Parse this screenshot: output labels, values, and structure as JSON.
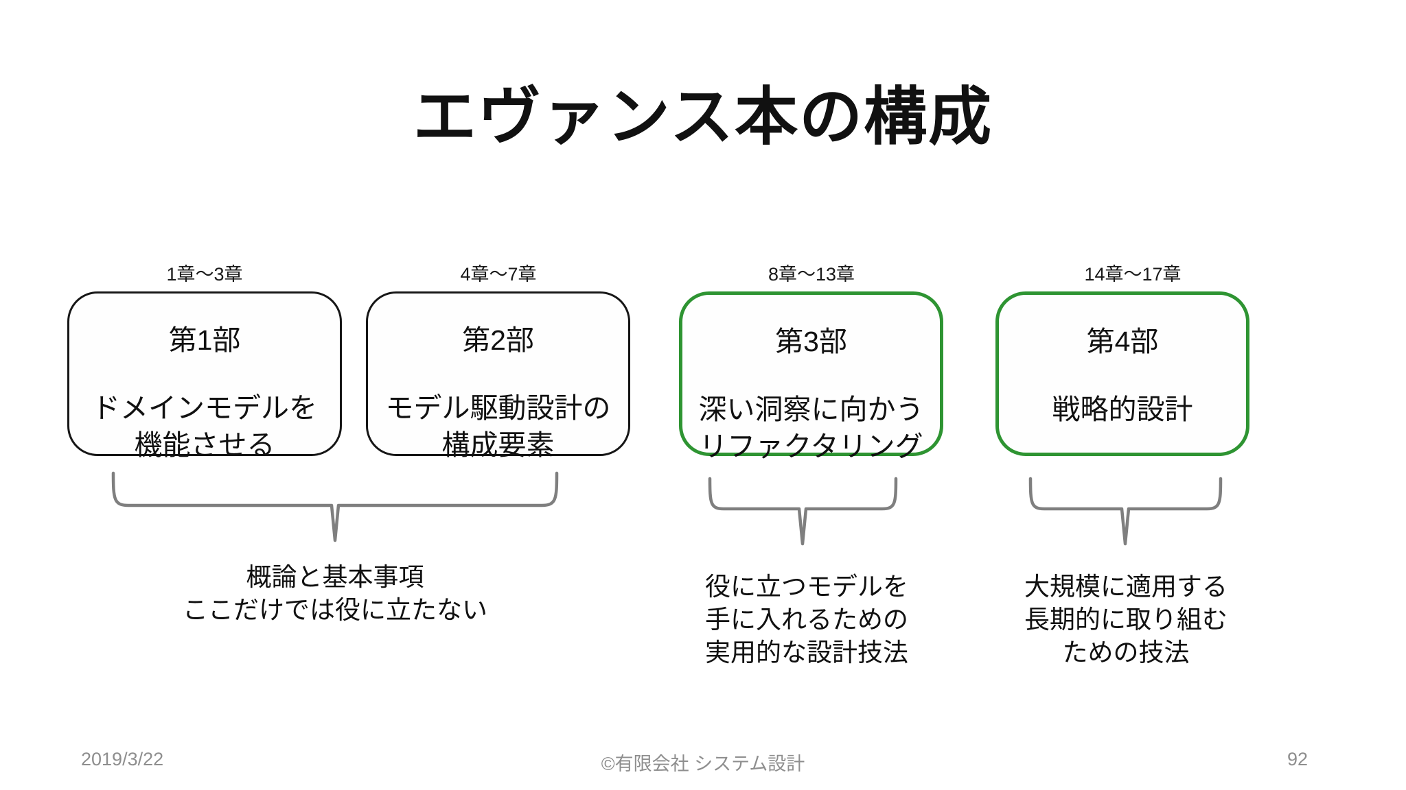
{
  "slide": {
    "title": "エヴァンス本の構成",
    "parts": [
      {
        "chapters": "1章〜3章",
        "part_label": "第1部",
        "body_lines": [
          "ドメインモデルを",
          "機能させる"
        ],
        "highlight": false
      },
      {
        "chapters": "4章〜7章",
        "part_label": "第2部",
        "body_lines": [
          "モデル駆動設計の",
          "構成要素"
        ],
        "highlight": false
      },
      {
        "chapters": "8章〜13章",
        "part_label": "第3部",
        "body_lines": [
          "深い洞察に向かう",
          "リファクタリング"
        ],
        "highlight": true
      },
      {
        "chapters": "14章〜17章",
        "part_label": "第4部",
        "body_lines": [
          "戦略的設計"
        ],
        "highlight": true
      }
    ],
    "notes": [
      {
        "lines": [
          "概論と基本事項",
          "ここだけでは役に立たない"
        ]
      },
      {
        "lines": [
          "役に立つモデルを",
          "手に入れるための",
          "実用的な設計技法"
        ]
      },
      {
        "lines": [
          "大規模に適用する",
          "長期的に取り組む",
          "ための技法"
        ]
      }
    ],
    "footer": {
      "date": "2019/3/22",
      "copyright": "©有限会社 システム設計",
      "page": "92"
    },
    "colors": {
      "highlight_border": "#2e9432",
      "normal_border": "#161616",
      "brace": "#7f7f7f",
      "footer_text": "#8e8e8e"
    }
  }
}
